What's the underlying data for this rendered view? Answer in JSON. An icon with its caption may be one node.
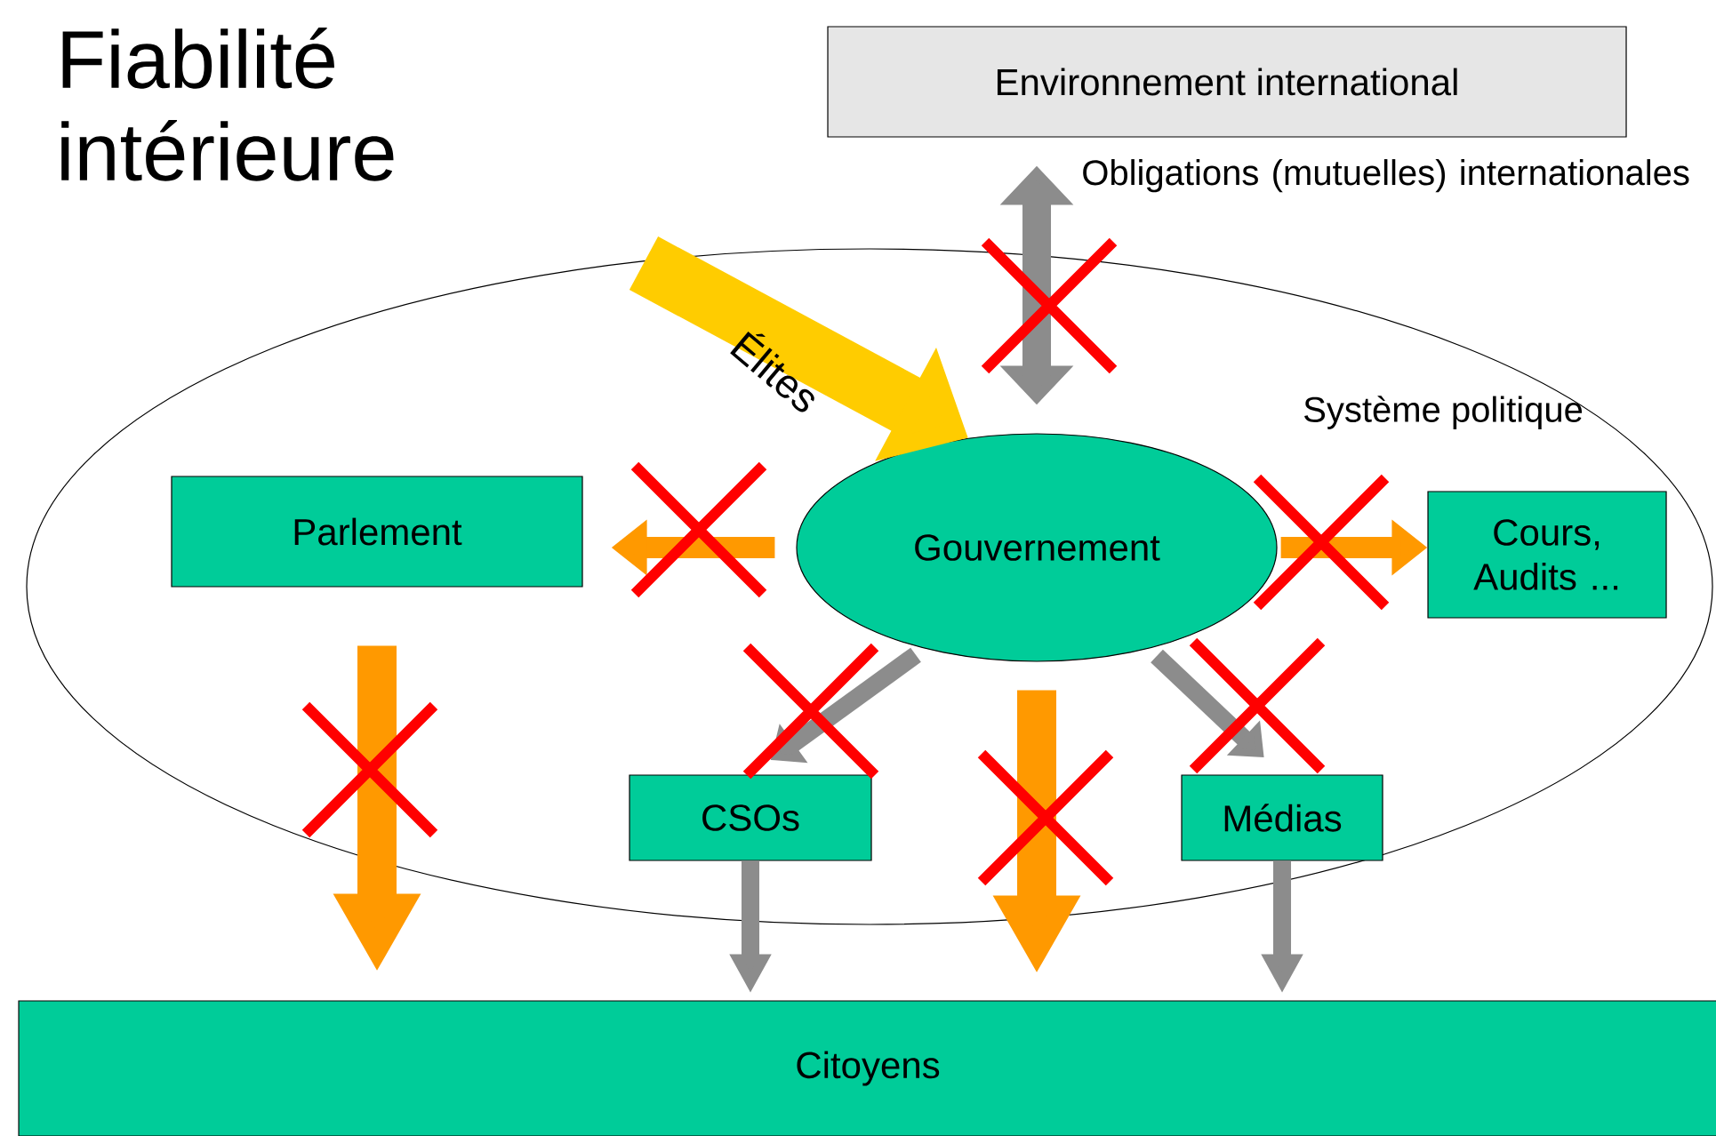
{
  "diagram": {
    "title": "Fiabilité intérieure",
    "nodes": [
      {
        "text": [
          "Système politique"
        ]
      },
      {
        "text": [
          "Environnement international"
        ]
      },
      {
        "text": [
          "Parlement"
        ],
        "in": 0
      },
      {
        "text": [
          "Gouvernement"
        ],
        "in": 0
      },
      {
        "text": [
          "Cours, Audits ..."
        ],
        "in": 0
      },
      {
        "text": [
          "CSOs"
        ],
        "in": 0
      },
      {
        "text": [
          "Médias"
        ],
        "in": 0
      },
      {
        "text": [
          "Citoyens"
        ]
      }
    ],
    "edges": [
      {
        "from": 3,
        "to": 1,
        "arrow": "both",
        "label": "Obligations (mutuelles) internationales"
      },
      {
        "from": null,
        "to": 3,
        "arrow": "to",
        "label": "Élites",
        "color": "#ffcc00",
        "style": "thick"
      },
      {
        "from": 3,
        "to": 2,
        "arrow": "to",
        "color": "#ff9900"
      },
      {
        "from": 3,
        "to": 4,
        "arrow": "to",
        "color": "#ff9900"
      },
      {
        "from": 3,
        "to": 5,
        "arrow": "to"
      },
      {
        "from": 3,
        "to": 6,
        "arrow": "to"
      },
      {
        "from": 2,
        "to": 7,
        "arrow": "to",
        "color": "#ff9900",
        "style": "thick"
      },
      {
        "from": 3,
        "to": 7,
        "arrow": "to",
        "color": "#ff9900",
        "style": "thick"
      },
      {
        "from": 5,
        "to": 7,
        "arrow": "to"
      },
      {
        "from": 6,
        "to": 7,
        "arrow": "to"
      }
    ]
  }
}
